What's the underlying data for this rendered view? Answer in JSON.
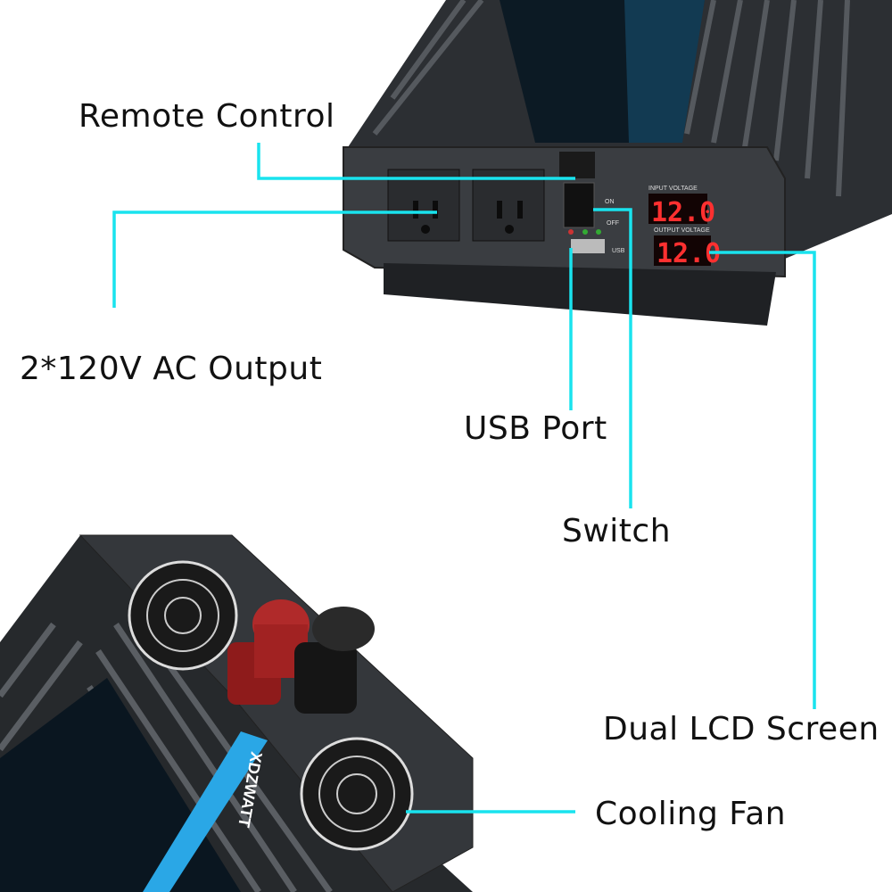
{
  "callouts": {
    "remote_control": "Remote Control",
    "ac_output": "2*120V AC Output",
    "usb_port": "USB Port",
    "switch": "Switch",
    "lcd_screen": "Dual LCD Screen",
    "cooling_fan": "Cooling Fan"
  },
  "device": {
    "input_voltage_label": "INPUT VOLTAGE",
    "input_voltage_value": "12.0",
    "output_voltage_label": "OUTPUT VOLTAGE",
    "output_voltage_value": "12.0",
    "switch_on": "ON",
    "switch_off": "OFF",
    "usb": "USB",
    "brand": "XDZWATT"
  },
  "colors": {
    "callout_line": "#19e3ee",
    "lcd_digits": "#ff3030",
    "brand_stripe": "#2aa7e6"
  }
}
